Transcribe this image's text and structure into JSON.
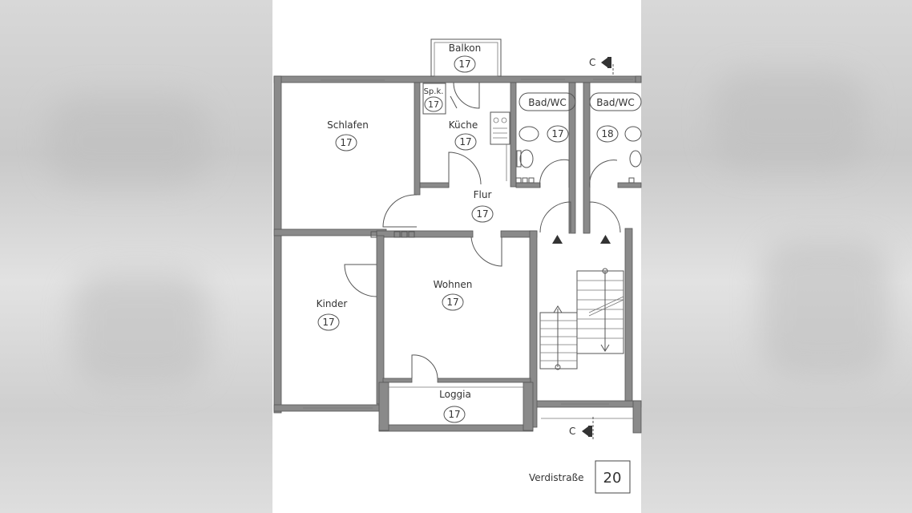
{
  "rooms": {
    "balkon": {
      "label": "Balkon",
      "num": "17"
    },
    "spk": {
      "label": "Sp.k.",
      "num": "17"
    },
    "kueche": {
      "label": "Küche",
      "num": "17"
    },
    "bad1": {
      "label": "Bad/WC",
      "num": "17"
    },
    "bad2": {
      "label": "Bad/WC",
      "num": "18"
    },
    "schlafen": {
      "label": "Schlafen",
      "num": "17"
    },
    "flur": {
      "label": "Flur",
      "num": "17"
    },
    "wohnen": {
      "label": "Wohnen",
      "num": "17"
    },
    "kinder": {
      "label": "Kinder",
      "num": "17"
    },
    "loggia": {
      "label": "Loggia",
      "num": "17"
    }
  },
  "section_marks": {
    "top": "C",
    "bottom": "C"
  },
  "address": {
    "street": "Verdistraße",
    "number": "20"
  }
}
